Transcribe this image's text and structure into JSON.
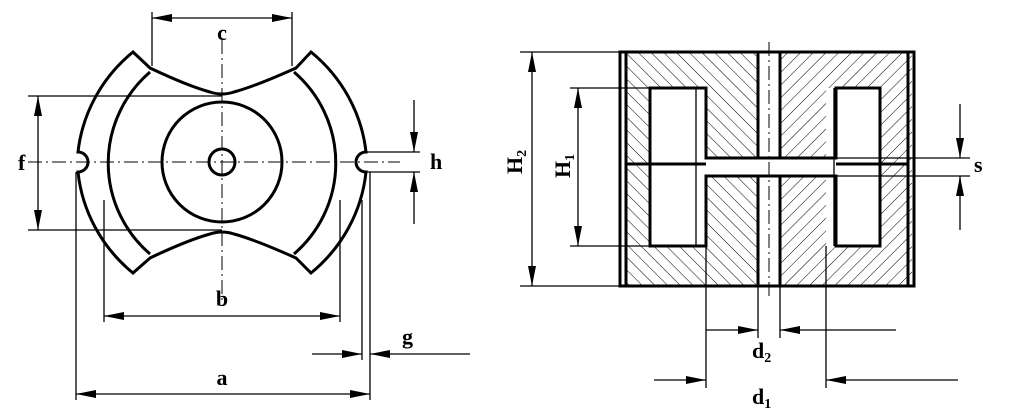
{
  "top_view": {
    "labels": {
      "a": "a",
      "b": "b",
      "c": "c",
      "f": "f",
      "g": "g",
      "h": "h"
    }
  },
  "section_view": {
    "labels": {
      "H2_main": "H",
      "H2_sub": "2",
      "H1_main": "H",
      "H1_sub": "1",
      "s": "s",
      "d1_main": "d",
      "d1_sub": "1",
      "d2_main": "d",
      "d2_sub": "2"
    }
  }
}
